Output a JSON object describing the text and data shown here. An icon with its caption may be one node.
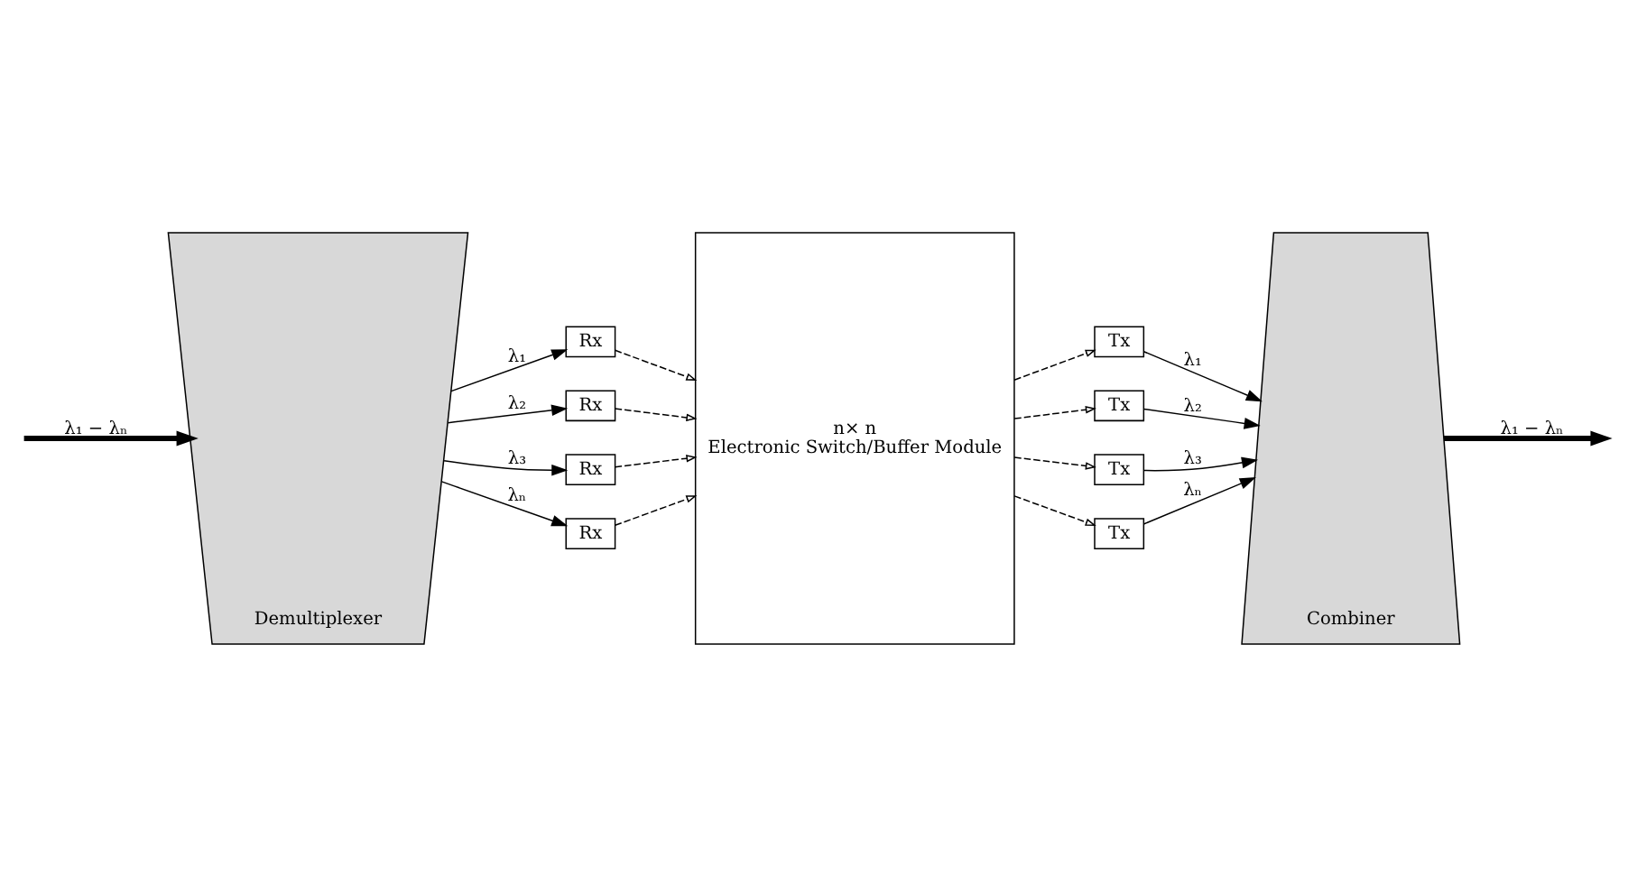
{
  "diagram": {
    "nodes": [
      {
        "text": [
          "Demultiplexer"
        ]
      },
      {
        "text": [
          "Rx"
        ]
      },
      {
        "text": [
          "Rx"
        ]
      },
      {
        "text": [
          "Rx"
        ]
      },
      {
        "text": [
          "Rx"
        ]
      },
      {
        "text": [
          "n× n",
          "Electronic Switch/Buffer Module"
        ]
      },
      {
        "text": [
          "Tx"
        ]
      },
      {
        "text": [
          "Tx"
        ]
      },
      {
        "text": [
          "Tx"
        ]
      },
      {
        "text": [
          "Tx"
        ]
      },
      {
        "text": [
          "Combiner"
        ]
      }
    ],
    "edges": [
      {
        "from": null,
        "to": 0,
        "arrow": "to",
        "label": "λ₁ − λₙ",
        "style": "thick"
      },
      {
        "from": 0,
        "to": 1,
        "arrow": "to",
        "label": "λ₁"
      },
      {
        "from": 0,
        "to": 2,
        "arrow": "to",
        "label": "λ₂"
      },
      {
        "from": 0,
        "to": 3,
        "arrow": "to",
        "label": "λ₃"
      },
      {
        "from": 0,
        "to": 4,
        "arrow": "to",
        "label": "λₙ"
      },
      {
        "from": 1,
        "to": 5,
        "arrow": "to",
        "style": "dashed"
      },
      {
        "from": 2,
        "to": 5,
        "arrow": "to",
        "style": "dashed"
      },
      {
        "from": 3,
        "to": 5,
        "arrow": "to",
        "style": "dashed"
      },
      {
        "from": 4,
        "to": 5,
        "arrow": "to",
        "style": "dashed"
      },
      {
        "from": 5,
        "to": 6,
        "arrow": "to",
        "style": "dashed"
      },
      {
        "from": 5,
        "to": 7,
        "arrow": "to",
        "style": "dashed"
      },
      {
        "from": 5,
        "to": 8,
        "arrow": "to",
        "style": "dashed"
      },
      {
        "from": 5,
        "to": 9,
        "arrow": "to",
        "style": "dashed"
      },
      {
        "from": 6,
        "to": 10,
        "arrow": "to",
        "label": "λ₁"
      },
      {
        "from": 7,
        "to": 10,
        "arrow": "to",
        "label": "λ₂"
      },
      {
        "from": 8,
        "to": 10,
        "arrow": "to",
        "label": "λ₃"
      },
      {
        "from": 9,
        "to": 10,
        "arrow": "to",
        "label": "λₙ"
      },
      {
        "from": 10,
        "to": null,
        "arrow": "to",
        "label": "λ₁ − λₙ",
        "style": "thick"
      }
    ]
  }
}
